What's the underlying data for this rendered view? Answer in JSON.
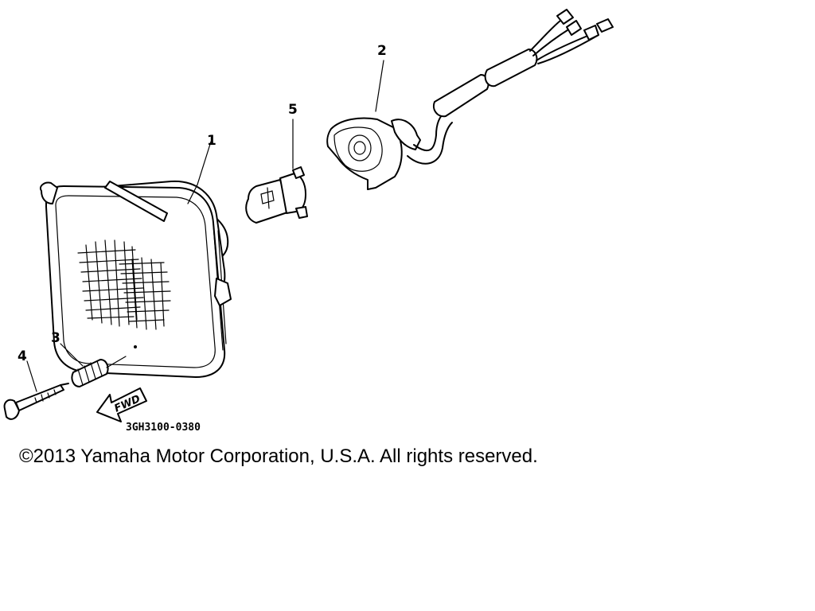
{
  "diagram": {
    "parts": [
      {
        "callout": "1",
        "icon": "headlight-lens-icon"
      },
      {
        "callout": "2",
        "icon": "bulb-socket-harness-icon"
      },
      {
        "callout": "3",
        "icon": "spring-icon"
      },
      {
        "callout": "4",
        "icon": "screw-icon"
      },
      {
        "callout": "5",
        "icon": "bulb-icon"
      }
    ],
    "fwd_label": "FWD",
    "part_code": "3GH3100-0380"
  },
  "copyright": "©2013 Yamaha Motor Corporation, U.S.A. All rights reserved."
}
